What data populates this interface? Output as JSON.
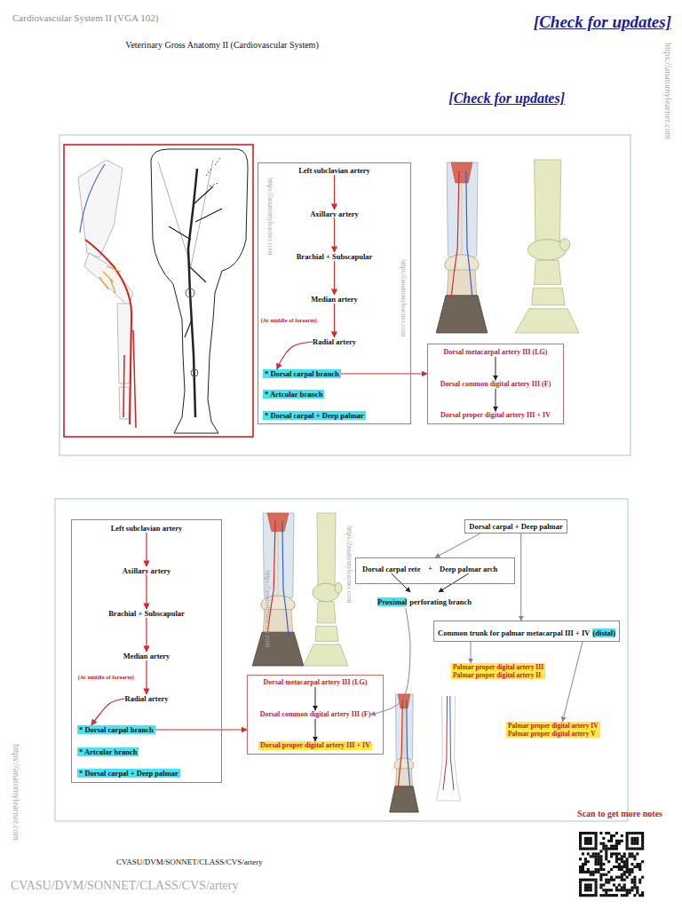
{
  "diagram": {
    "title": "Veterinary Gross Anatomy II (Cardiovascular System)",
    "nodes": [
      {
        "text": []
      },
      {
        "text": [
          "Left subclavian artery"
        ],
        "in": 0
      },
      {
        "text": [
          "Axillary artery"
        ],
        "in": 0
      },
      {
        "text": [
          "Brachial + Subscapular"
        ],
        "in": 0
      },
      {
        "text": [
          "Median artery"
        ],
        "in": 0
      },
      {
        "text": [
          "Radial artery"
        ],
        "in": 0
      },
      {
        "text": [
          "* Dorsal carpal branch"
        ],
        "in": 0
      },
      {
        "text": [
          "* Artcular branch"
        ],
        "in": 0
      },
      {
        "text": [
          "* Dorsal carpal + Deep palmar"
        ],
        "in": 0
      },
      {
        "text": []
      },
      {
        "text": [
          "Dorsal metacarpal artery III (LG)"
        ],
        "in": 9
      },
      {
        "text": [
          "Dorsal common digital artery III (F)"
        ],
        "in": 9
      },
      {
        "text": [
          "Dorsal proper digital artery III + IV"
        ],
        "in": 9
      },
      {
        "text": []
      },
      {
        "text": [
          "Left subclavian artery"
        ],
        "in": 13
      },
      {
        "text": [
          "Axillary artery"
        ],
        "in": 13
      },
      {
        "text": [
          "Brachial + Subscapular"
        ],
        "in": 13
      },
      {
        "text": [
          "Median artery"
        ],
        "in": 13
      },
      {
        "text": [
          "Radial artery"
        ],
        "in": 13
      },
      {
        "text": [
          "* Dorsal carpal branch"
        ],
        "in": 13
      },
      {
        "text": [
          "* Artcular branch"
        ],
        "in": 13
      },
      {
        "text": [
          "* Dorsal carpal + Deep palmar"
        ],
        "in": 13
      },
      {
        "text": []
      },
      {
        "text": [
          "Dorsal metacarpal artery III (LG)"
        ],
        "in": 22
      },
      {
        "text": [
          "Dorsal common digital artery III (F)"
        ],
        "in": 22
      },
      {
        "text": [
          "Dorsal proper digital artery III + IV"
        ],
        "in": 22
      },
      {
        "text": [
          "Dorsal carpal + Deep palmar"
        ]
      },
      {
        "text": []
      },
      {
        "text": [
          "Dorsal carpal rete"
        ],
        "in": 27
      },
      {
        "text": [
          "Deep palmar arch"
        ],
        "in": 27
      },
      {
        "text": [
          "Proximal",
          "perforating branch"
        ]
      },
      {
        "text": [
          "Common trunk for palmar metacarpal III + IV",
          "(distal)"
        ]
      },
      {
        "text": [
          "Palmar proper digital artery III",
          "Palmar proper digital artery II"
        ]
      },
      {
        "text": [
          "Palmar proper digital artery IV",
          "Palmar proper digital artery V"
        ]
      }
    ],
    "edges": [
      {
        "from": 1,
        "to": 2,
        "arrow": "to"
      },
      {
        "from": 2,
        "to": 3,
        "arrow": "to"
      },
      {
        "from": 3,
        "to": 4,
        "arrow": "to"
      },
      {
        "from": 4,
        "to": 5,
        "label": "(At middle of forearm)",
        "arrow": "to"
      },
      {
        "from": 5,
        "to": 6,
        "arrow": "to"
      },
      {
        "from": 6,
        "to": 9,
        "arrow": "to"
      },
      {
        "from": 10,
        "to": 11,
        "arrow": "to"
      },
      {
        "from": 11,
        "to": 12,
        "arrow": "to"
      },
      {
        "from": 14,
        "to": 15,
        "arrow": "to"
      },
      {
        "from": 15,
        "to": 16,
        "arrow": "to"
      },
      {
        "from": 16,
        "to": 17,
        "arrow": "to"
      },
      {
        "from": 17,
        "to": 18,
        "label": "(At middle of forearm)",
        "arrow": "to"
      },
      {
        "from": 18,
        "to": 19,
        "arrow": "to"
      },
      {
        "from": 19,
        "to": 22,
        "arrow": "to"
      },
      {
        "from": 23,
        "to": 24,
        "arrow": "to"
      },
      {
        "from": 24,
        "to": 25,
        "arrow": "to"
      },
      {
        "from": 26,
        "to": 27,
        "arrow": "to"
      },
      {
        "from": 26,
        "to": 31,
        "arrow": "to"
      },
      {
        "from": 28,
        "to": 30,
        "arrow": "to"
      },
      {
        "from": 29,
        "to": 30,
        "arrow": "to"
      },
      {
        "from": 30,
        "to": 24,
        "arrow": "to"
      },
      {
        "from": 31,
        "to": 32,
        "arrow": "to"
      },
      {
        "from": 31,
        "to": 33,
        "arrow": "to"
      }
    ],
    "labels": [
      "Cardiovascular System II (VGA 102)",
      "[Check for updates]",
      "https://anatomylearner.com",
      "[Check for updates]",
      "https://anatomylearner.com",
      "https://anatomylearner.com",
      "+",
      "https://anatomylearner.com",
      "https://anatomylearner.com",
      "https://anatomylearner.com",
      "Scan to get more notes",
      "CVASU/DVM/SONNET/CLASS/CVS/artery",
      "CVASU/DVM/SONNET/CLASS/CVS/artery"
    ]
  }
}
